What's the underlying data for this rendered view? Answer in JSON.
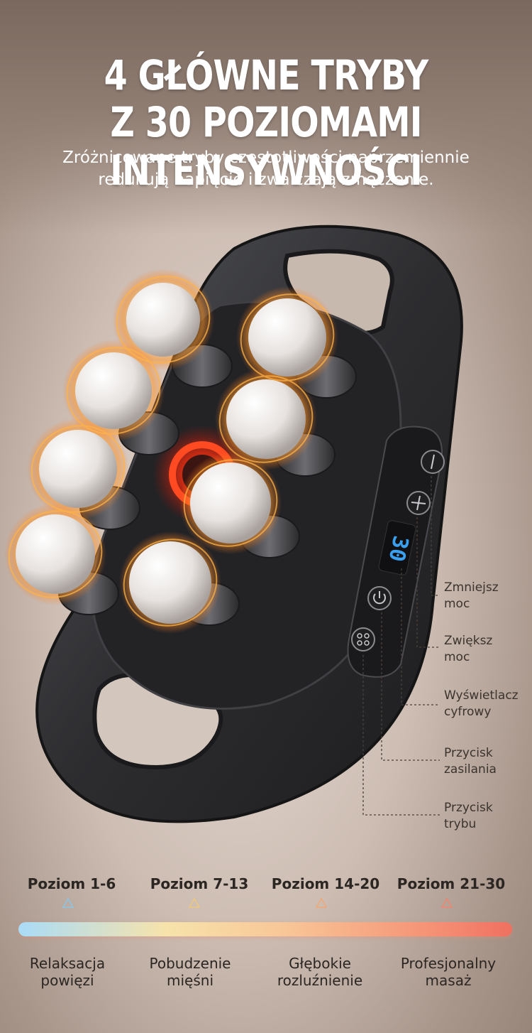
{
  "headline": {
    "line1": "4 GŁÓWNE TRYBY",
    "line2": "Z 30 POZIOMAMI INTENSYWNOŚCI"
  },
  "subtitle": {
    "line1": "Zróżnicowane tryby częstotliwości naprzemiennie",
    "line2": "redukują napięcie i zwalczają zmęczenie."
  },
  "device": {
    "display_value": "30",
    "buttons": [
      {
        "name": "minus-button",
        "icon": "minus-icon"
      },
      {
        "name": "plus-button",
        "icon": "plus-icon"
      },
      {
        "name": "power-button",
        "icon": "power-icon"
      },
      {
        "name": "mode-button",
        "icon": "mode-grid-icon"
      }
    ]
  },
  "callouts": [
    {
      "line1": "Zmniejsz",
      "line2": "moc"
    },
    {
      "line1": "Zwiększ",
      "line2": "moc"
    },
    {
      "line1": "Wyświetlacz",
      "line2": "cyfrowy"
    },
    {
      "line1": "Przycisk",
      "line2": "zasilania"
    },
    {
      "line1": "Przycisk",
      "line2": "trybu"
    }
  ],
  "levels": [
    {
      "label": "Poziom 1-6",
      "color": "#8cc4e6",
      "benefit_line1": "Relaksacja",
      "benefit_line2": "powięzi"
    },
    {
      "label": "Poziom 7-13",
      "color": "#ecc97e",
      "benefit_line1": "Pobudzenie",
      "benefit_line2": "mięśni"
    },
    {
      "label": "Poziom 14-20",
      "color": "#f1a777",
      "benefit_line1": "Głębokie",
      "benefit_line2": "rozluźnienie"
    },
    {
      "label": "Poziom 21-30",
      "color": "#ee8670",
      "benefit_line1": "Profesjonalny",
      "benefit_line2": "masaż"
    }
  ],
  "colors": {
    "text_dark": "#2c2623",
    "device_body": "#2e2e31",
    "display_digits": "#3aa0f0",
    "heat_glow": "#ff5a2a"
  }
}
